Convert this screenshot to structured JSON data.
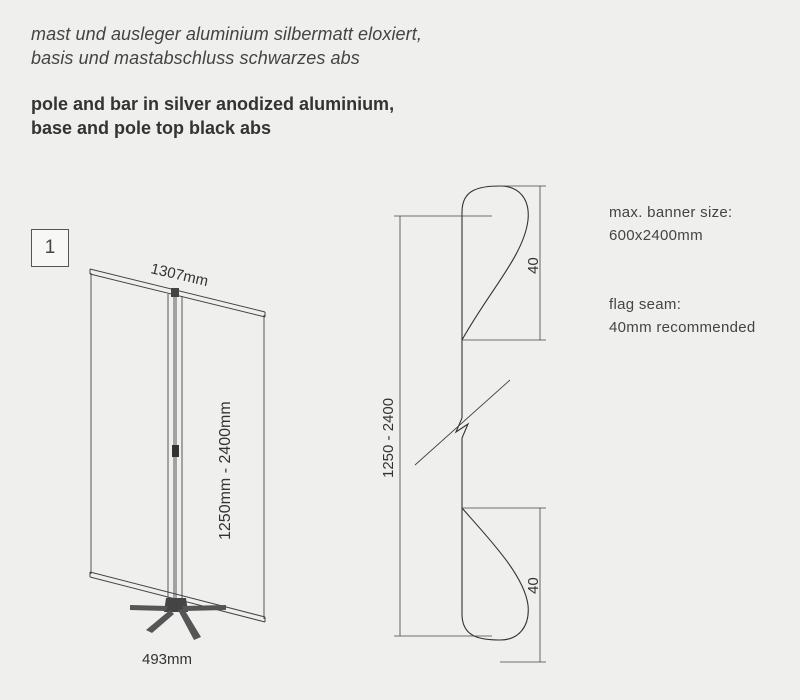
{
  "heading_de": {
    "line1": "mast und ausleger aluminium silbermatt eloxiert,",
    "line2": "basis und mastabschluss schwarzes abs"
  },
  "heading_en": {
    "line1": "pole and bar in silver anodized aluminium,",
    "line2": "base and pole top black abs"
  },
  "figure_number": "1",
  "stand": {
    "width_label": "1307mm",
    "height_label": "1250mm - 2400mm",
    "base_label": "493mm"
  },
  "profile": {
    "height_label": "1250 - 2400",
    "seam_top_label": "40",
    "seam_bottom_label": "40"
  },
  "info": {
    "banner_title": "max. banner size:",
    "banner_value": "600x2400mm",
    "seam_title": "flag seam:",
    "seam_value": "40mm recommended"
  }
}
